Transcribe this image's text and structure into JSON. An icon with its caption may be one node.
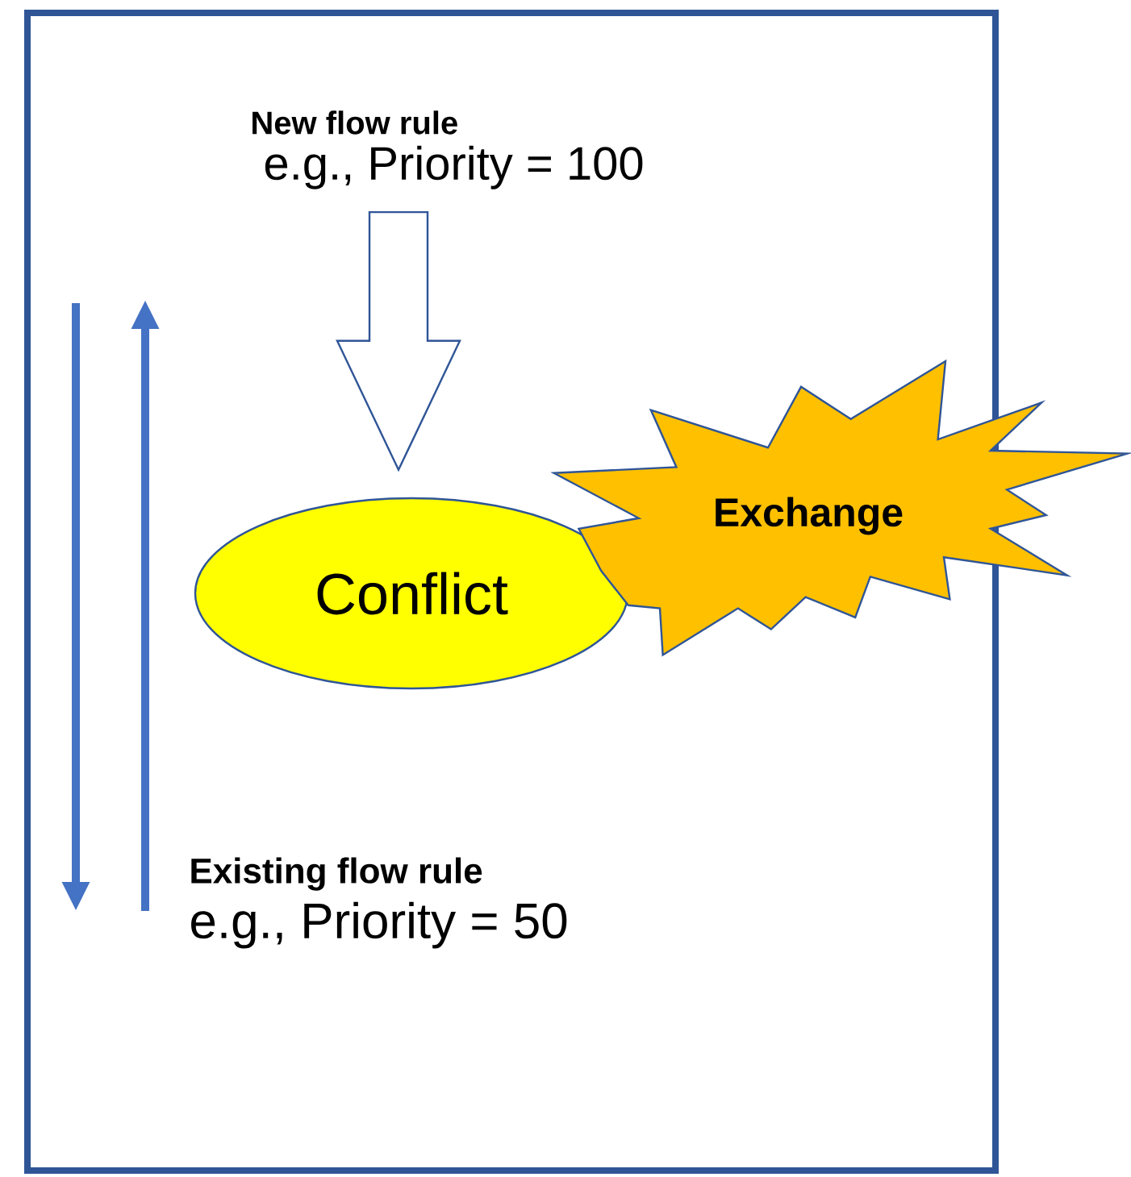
{
  "diagram": {
    "nodes": [
      {
        "text": [
          "New flow rule",
          "e.g., Priority = 100"
        ]
      },
      {
        "text": [
          "Conflict"
        ]
      },
      {
        "text": [
          "Exchange"
        ]
      },
      {
        "text": [
          "Existing flow rule",
          "e.g., Priority = 50"
        ]
      }
    ],
    "edges": [
      {
        "from": 0,
        "to": 1,
        "arrow": "to"
      }
    ]
  }
}
